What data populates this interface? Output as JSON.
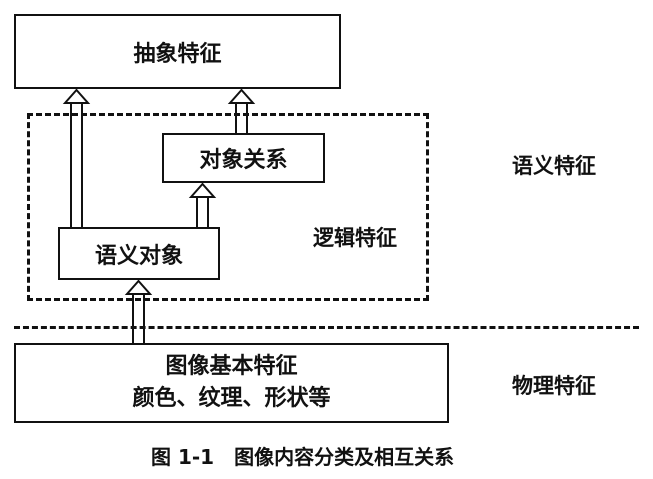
{
  "boxes": {
    "abstract": "抽象特征",
    "relation": "对象关系",
    "semantic_object": "语义对象",
    "basic_line1": "图像基本特征",
    "basic_line2": "颜色、纹理、形状等"
  },
  "labels": {
    "logic": "逻辑特征",
    "semantic": "语义特征",
    "physical": "物理特征"
  },
  "caption": "图 1-1　图像内容分类及相互关系"
}
